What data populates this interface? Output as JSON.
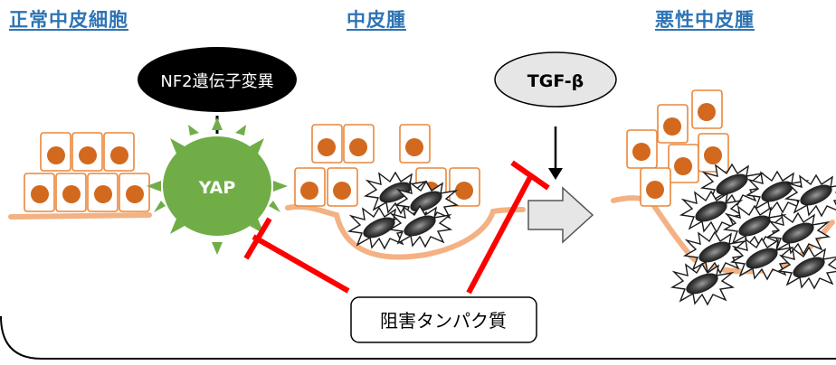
{
  "titles": {
    "normal": "正常中皮細胞",
    "mesothelioma": "中皮腫",
    "malignant": "悪性中皮腫"
  },
  "labels": {
    "nf2": "NF2遺伝子変異",
    "yap": "YAP",
    "tgf": "TGF-β",
    "inhibitor": "阻害タンパク質"
  },
  "colors": {
    "title": "#2e74b5",
    "cell_border": "#e9873c",
    "nucleus": "#d2691e",
    "membrane": "#f4b183",
    "yap": "#70ad47",
    "inhibit": "#ff0000",
    "tumor": "#555555"
  }
}
